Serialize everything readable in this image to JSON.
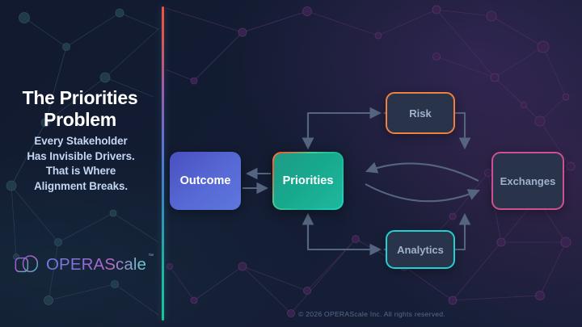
{
  "slide": {
    "title": "The Priorities\nProblem",
    "title_line1": "The Priorities",
    "title_line2": "Problem",
    "subtitle": "Every Stakeholder Has Invisible Drivers. That is Where Alignment Breaks.",
    "subtitle_line1": "Every Stakeholder",
    "subtitle_line2": "Has Invisible Drivers.",
    "subtitle_line3": "That is Where",
    "subtitle_line4": "Alignment Breaks.",
    "footer": "© 2026 OPERAScale Inc. All rights reserved."
  },
  "brand": {
    "name": "OPERAScale",
    "trademark": "™",
    "mark_icon": "overlapping-circle-square-icon"
  },
  "colors": {
    "background": "#121a2e",
    "divider_top": "#f0543c",
    "divider_mid": "#6d6ccd",
    "divider_bottom": "#16c898",
    "outcome": "#5668d4",
    "priorities": "#1fb89d",
    "risk_border": "#f0803f",
    "exchanges_border": "#cf4f93",
    "analytics_border": "#1fd1d1",
    "arrow": "#56657f",
    "node_fill": "#293349",
    "title_text": "#ffffff",
    "subtitle_text": "#c4d6f2",
    "footer_text": "#566a8c"
  },
  "diagram": {
    "nodes": [
      {
        "id": "outcome",
        "label": "Outcome",
        "style": "filled-blue-gradient"
      },
      {
        "id": "priorities",
        "label": "Priorities",
        "style": "filled-teal-gradient-border"
      },
      {
        "id": "risk",
        "label": "Risk",
        "style": "outlined-orange"
      },
      {
        "id": "exchanges",
        "label": "Exchanges",
        "style": "outlined-magenta"
      },
      {
        "id": "analytics",
        "label": "Analytics",
        "style": "outlined-cyan"
      }
    ],
    "edges": [
      {
        "from": "priorities",
        "to": "outcome",
        "type": "straight"
      },
      {
        "from": "outcome",
        "to": "priorities",
        "type": "straight"
      },
      {
        "from": "priorities",
        "to": "risk",
        "type": "elbow"
      },
      {
        "from": "risk",
        "to": "priorities",
        "type": "elbow"
      },
      {
        "from": "priorities",
        "to": "analytics",
        "type": "elbow"
      },
      {
        "from": "analytics",
        "to": "priorities",
        "type": "elbow"
      },
      {
        "from": "exchanges",
        "to": "risk",
        "type": "elbow"
      },
      {
        "from": "risk",
        "to": "exchanges",
        "type": "elbow"
      },
      {
        "from": "analytics",
        "to": "exchanges",
        "type": "elbow"
      },
      {
        "from": "exchanges",
        "to": "analytics",
        "type": "elbow"
      },
      {
        "from": "priorities",
        "to": "exchanges",
        "type": "curve"
      },
      {
        "from": "exchanges",
        "to": "priorities",
        "type": "curve"
      }
    ]
  }
}
